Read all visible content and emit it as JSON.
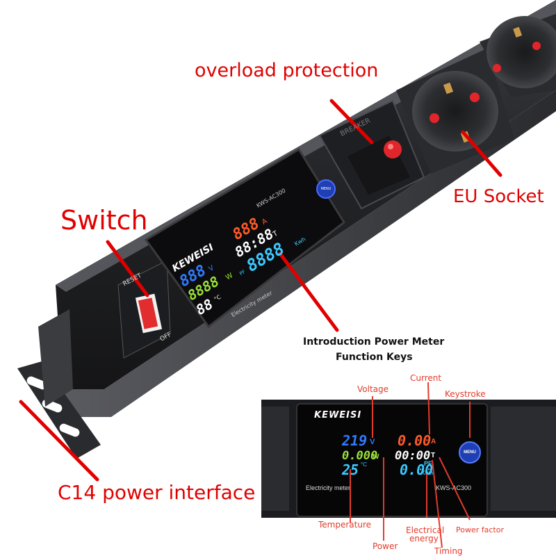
{
  "callouts": {
    "overload": "overload protection",
    "switch": "Switch",
    "eu_socket": "EU Socket",
    "c14": "C14 power interface"
  },
  "product": {
    "breaker_text": "BREAKER",
    "reset_text": "RESET",
    "off_text": "OFF"
  },
  "meter_top": {
    "brand": "KEWEISI",
    "model": "KWS-AC300",
    "footer": "Electricity meter",
    "menu": "MENU",
    "readings": {
      "voltage": "888",
      "voltage_unit": "V",
      "current": "888",
      "current_unit": "A",
      "timing": "88:88",
      "timing_unit": "T",
      "power": "8888",
      "power_unit": "W",
      "temperature": "88",
      "temperature_unit": "°C",
      "energy": "8888",
      "energy_unit": "Kwh",
      "pf_unit": "PF"
    }
  },
  "intro": {
    "title_line1": "Introduction Power Meter",
    "title_line2": "Function Keys"
  },
  "meter_detail": {
    "brand": "KEWEISI",
    "model": "KWS-AC300",
    "footer": "Electricity meter",
    "menu": "MENU",
    "readings": {
      "voltage": "219",
      "voltage_unit": "V",
      "current": "0.00",
      "current_unit": "A",
      "power": "0.000",
      "power_unit": "W",
      "timing": "00:00",
      "timing_unit": "T",
      "temperature": "25",
      "temperature_unit": "°C",
      "energy": "0.00",
      "pf_unit": "PF",
      "energy_unit": "Kwh"
    },
    "labels": {
      "voltage": "Voltage",
      "current": "Current",
      "keystroke": "Keystroke",
      "temperature": "Temperature",
      "power": "Power",
      "electrical_energy_1": "Electrical",
      "electrical_energy_2": "energy",
      "timing": "Timing",
      "power_factor": "Power factor"
    }
  },
  "colors": {
    "callout_red": "#e10000",
    "label_red": "#e23b2b",
    "pdu_body": "#2b2c2f",
    "voltage": "#2f7bff",
    "current": "#ff5a2a",
    "power": "#9be23a",
    "energy": "#3cc9ff"
  }
}
